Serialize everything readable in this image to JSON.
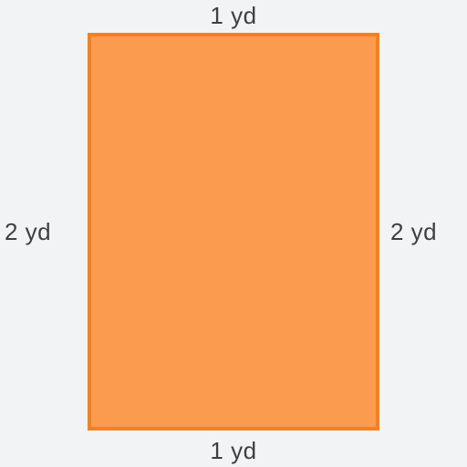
{
  "shape": {
    "type": "rectangle",
    "fill_color": "#fb9b50",
    "border_color": "#f5801e",
    "width_value": 1,
    "height_value": 2,
    "unit": "yd"
  },
  "labels": {
    "top": "1 yd",
    "bottom": "1 yd",
    "left": "2 yd",
    "right": "2 yd"
  }
}
